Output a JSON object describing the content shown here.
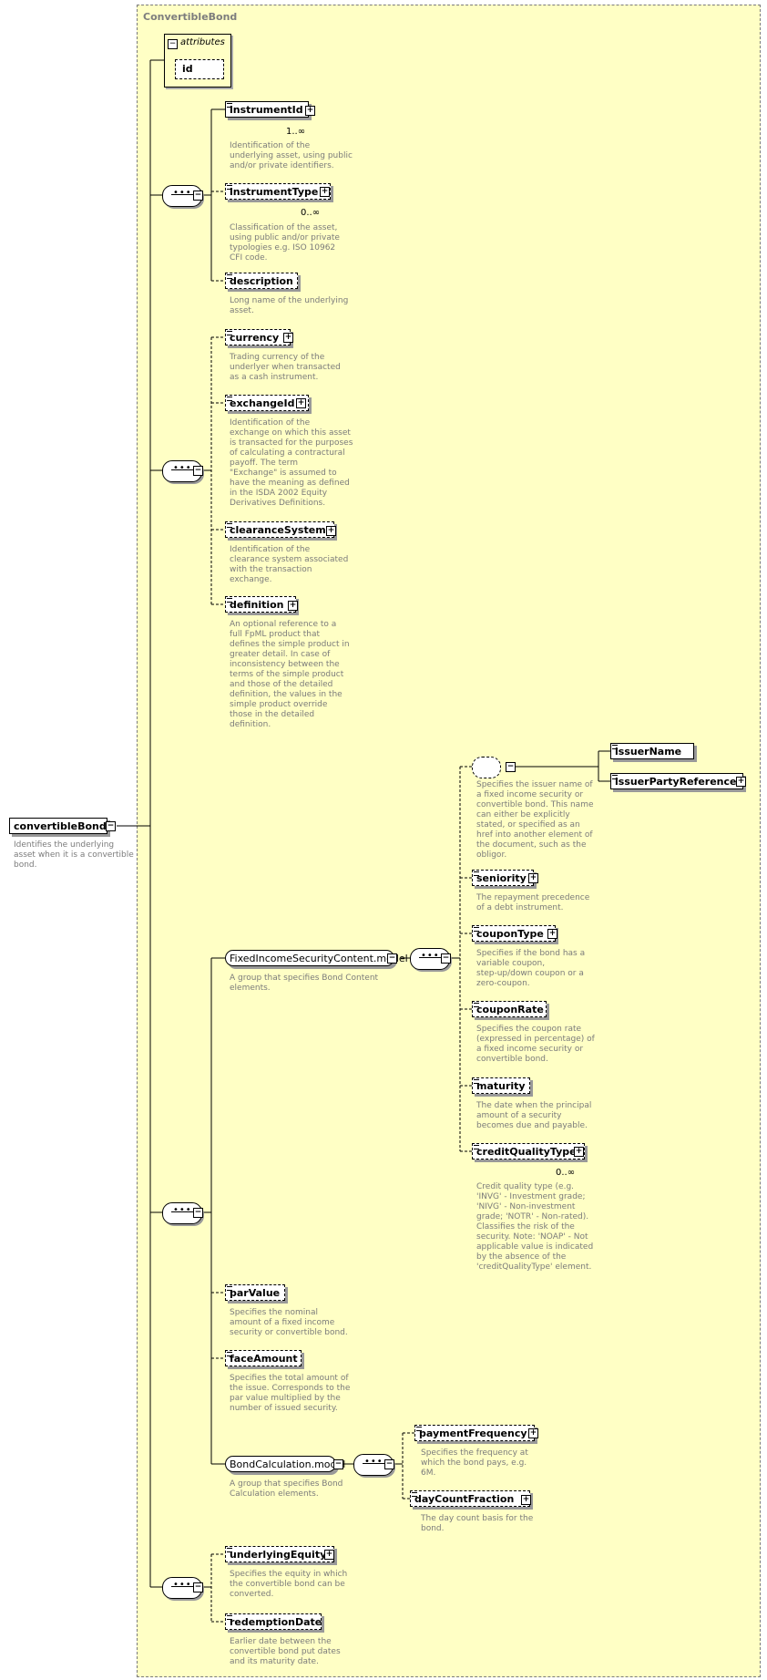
{
  "panel": {
    "title": "ConvertibleBond"
  },
  "attributes": {
    "label": "attributes",
    "toggle": "−",
    "id_label": "id"
  },
  "root": {
    "name": "convertibleBond",
    "doc": [
      "Identifies the underlying",
      "asset when it is a convertible",
      "bond."
    ]
  },
  "group1": [
    {
      "name": "instrumentId",
      "mult": "1..∞",
      "doc": [
        "Identification of the",
        "underlying asset, using public",
        "and/or private identifiers."
      ]
    },
    {
      "name": "instrumentType",
      "mult": "0..∞",
      "doc": [
        "Classification of the asset,",
        "using public and/or private",
        "typologies e.g. ISO 10962",
        "CFI code."
      ]
    },
    {
      "name": "description",
      "doc": [
        "Long name of the underlying",
        "asset."
      ]
    }
  ],
  "group2": [
    {
      "name": "currency",
      "doc": [
        "Trading currency of the",
        "underlyer when transacted",
        "as a cash instrument."
      ]
    },
    {
      "name": "exchangeId",
      "doc": [
        "Identification of the",
        "exchange on which this asset",
        "is transacted for the purposes",
        "of calculating a contractural",
        "payoff. The term",
        "\"Exchange\" is assumed to",
        "have the meaning as defined",
        "in the ISDA 2002 Equity",
        "Derivatives Definitions."
      ]
    },
    {
      "name": "clearanceSystem",
      "doc": [
        "Identification of the",
        "clearance system associated",
        "with the transaction",
        "exchange."
      ]
    },
    {
      "name": "definition",
      "doc": [
        "An optional reference to a",
        "full FpML product that",
        "defines the simple product in",
        "greater detail. In case of",
        "inconsistency between the",
        "terms of the simple product",
        "and those of the detailed",
        "definition, the values in the",
        "simple product override",
        "those in the detailed",
        "definition."
      ]
    }
  ],
  "fixed_income": {
    "name": "FixedIncomeSecurityContent.model",
    "doc": [
      "A group that specifies Bond Content",
      "elements."
    ],
    "choice_doc": [
      "Specifies the issuer name of",
      "a fixed income security or",
      "convertible bond. This name",
      "can either be explicitly",
      "stated, or specified as an",
      "href into another element of",
      "the document, such as the",
      "obligor."
    ],
    "issuer_name": "issuerName",
    "issuer_party_reference": "issuerPartyReference",
    "children": [
      {
        "name": "seniority",
        "doc": [
          "The repayment precedence",
          "of a debt instrument."
        ]
      },
      {
        "name": "couponType",
        "doc": [
          "Specifies if the bond has a",
          "variable coupon,",
          "step-up/down coupon or a",
          "zero-coupon."
        ]
      },
      {
        "name": "couponRate",
        "doc": [
          "Specifies the coupon rate",
          "(expressed in percentage) of",
          "a fixed income security or",
          "convertible bond."
        ]
      },
      {
        "name": "maturity",
        "doc": [
          "The date when the principal",
          "amount of a security",
          "becomes due and payable."
        ]
      },
      {
        "name": "creditQualityType",
        "mult": "0..∞",
        "doc": [
          "Credit quality type (e.g.",
          "'INVG' - Investment grade;",
          "'NIVG' - Non-investment",
          "grade; 'NOTR' - Non-rated).",
          "Classifies the risk of the",
          "security. Note: 'NOAP' - Not",
          "applicable value is indicated",
          "by the absence of the",
          "'creditQualityType' element."
        ]
      }
    ]
  },
  "par_value": {
    "name": "parValue",
    "doc": [
      "Specifies the nominal",
      "amount of a fixed income",
      "security or convertible bond."
    ]
  },
  "face_amount": {
    "name": "faceAmount",
    "doc": [
      "Specifies the total amount of",
      "the issue. Corresponds to the",
      "par value multiplied by the",
      "number of issued security."
    ]
  },
  "bond_calc": {
    "name": "BondCalculation.model",
    "doc": [
      "A group that specifies Bond",
      "Calculation elements."
    ],
    "children": [
      {
        "name": "paymentFrequency",
        "doc": [
          "Specifies the frequency at",
          "which the bond pays, e.g.",
          "6M."
        ]
      },
      {
        "name": "dayCountFraction",
        "doc": [
          "The day count basis for the",
          "bond."
        ]
      }
    ]
  },
  "group4": [
    {
      "name": "underlyingEquity",
      "doc": [
        "Specifies the equity in which",
        "the convertible bond can be",
        "converted."
      ]
    },
    {
      "name": "redemptionDate",
      "doc": [
        "Earlier date between the",
        "convertible bond put dates",
        "and its maturity date."
      ]
    }
  ],
  "plus_symbol": "+",
  "minus_symbol": "−"
}
